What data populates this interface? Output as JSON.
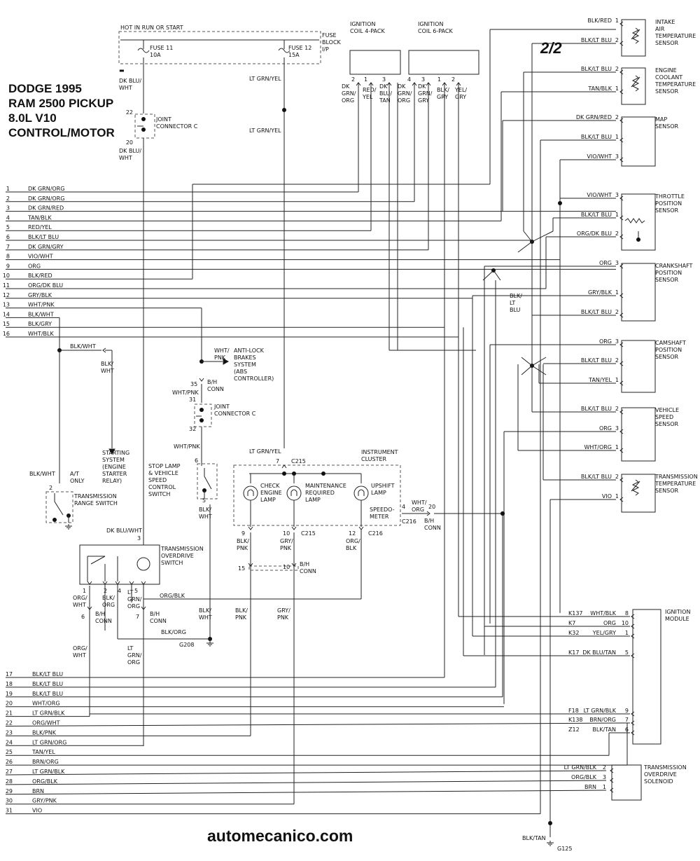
{
  "title": {
    "line1": "DODGE 1995",
    "line2": "RAM 2500 PICKUP",
    "line3": "8.0L V10",
    "line4": "CONTROL/MOTOR"
  },
  "page": "2/2",
  "footer": "automecanico.com",
  "left_wires": [
    {
      "n": "1",
      "c": "DK GRN/ORG"
    },
    {
      "n": "2",
      "c": "DK GRN/ORG"
    },
    {
      "n": "3",
      "c": "DK GRN/RED"
    },
    {
      "n": "4",
      "c": "TAN/BLK"
    },
    {
      "n": "5",
      "c": "RED/YEL"
    },
    {
      "n": "6",
      "c": "BLK/LT BLU"
    },
    {
      "n": "7",
      "c": "DK GRN/GRY"
    },
    {
      "n": "8",
      "c": "VIO/WHT"
    },
    {
      "n": "9",
      "c": "ORG"
    },
    {
      "n": "10",
      "c": "BLK/RED"
    },
    {
      "n": "11",
      "c": "ORG/DK BLU"
    },
    {
      "n": "12",
      "c": "GRY/BLK"
    },
    {
      "n": "13",
      "c": "WHT/PNK"
    },
    {
      "n": "14",
      "c": "BLK/WHT"
    },
    {
      "n": "15",
      "c": "BLK/GRY"
    },
    {
      "n": "16",
      "c": "WHT/BLK"
    }
  ],
  "bottom_wires": [
    {
      "n": "17",
      "c": "BLK/LT BLU"
    },
    {
      "n": "18",
      "c": "BLK/LT BLU"
    },
    {
      "n": "19",
      "c": "BLK/LT BLU"
    },
    {
      "n": "20",
      "c": "WHT/ORG"
    },
    {
      "n": "21",
      "c": "LT GRN/BLK"
    },
    {
      "n": "22",
      "c": "ORG/WHT"
    },
    {
      "n": "23",
      "c": "BLK/PNK"
    },
    {
      "n": "24",
      "c": "LT GRN/ORG"
    },
    {
      "n": "25",
      "c": "TAN/YEL"
    },
    {
      "n": "26",
      "c": "BRN/ORG"
    },
    {
      "n": "27",
      "c": "LT GRN/BLK"
    },
    {
      "n": "28",
      "c": "ORG/BLK"
    },
    {
      "n": "29",
      "c": "BRN"
    },
    {
      "n": "30",
      "c": "GRY/PNK"
    },
    {
      "n": "31",
      "c": "VIO"
    }
  ],
  "fuse_box": {
    "label": "HOT IN RUN OR START",
    "block": [
      "FUSE",
      "BLOCK",
      "I/P"
    ],
    "fuse11": [
      "FUSE 11",
      "10A"
    ],
    "fuse12": [
      "FUSE 12",
      "15A"
    ]
  },
  "wire_labels": {
    "dk_blu_wht": [
      "DK BLU/",
      "WHT"
    ],
    "lt_grn_yel": "LT GRN/YEL",
    "blk_wht": "BLK/WHT",
    "blk_wht_split": [
      "BLK/",
      "WHT"
    ],
    "wht_pnk_split": [
      "WHT/",
      "PNK"
    ],
    "wht_pnk": "WHT/PNK",
    "lt_grn_yel_cl": "LT GRN/YEL",
    "dk_blu_wht_tos": "DK BLU/WHT",
    "blk_lt_blu_vert": [
      "BLK/",
      "LT",
      "BLU"
    ],
    "org_blk": "ORG/BLK",
    "blk_org": "BLK/ORG",
    "org_wht": [
      "ORG/",
      "WHT"
    ],
    "lt_grn_org": [
      "LT",
      "GRN/",
      "ORG"
    ],
    "blk_org_v": [
      "BLK/",
      "ORG"
    ],
    "blk_pnk": [
      "BLK/",
      "PNK"
    ],
    "gry_pnk": [
      "GRY/",
      "PNK"
    ],
    "org_blk_v": [
      "ORG/",
      "BLK"
    ],
    "wht_org": [
      "WHT/",
      "ORG"
    ],
    "blk_tan": "BLK/TAN"
  },
  "joint_connector": {
    "top": {
      "label": [
        "JOINT",
        "CONNECTOR C"
      ],
      "pin_top": "22",
      "pin_bot": "20"
    },
    "mid": {
      "label": [
        "JOINT",
        "CONNECTOR C"
      ],
      "pin_top": "31",
      "pin_bot": "32"
    }
  },
  "coils": {
    "c4": {
      "title": [
        "IGNITION",
        "COIL 4-PACK"
      ],
      "pins": [
        "2",
        "1",
        "3"
      ],
      "wires": [
        [
          "DK",
          "GRN/",
          "ORG"
        ],
        [
          "RED/",
          "YEL"
        ],
        [
          "DK",
          "BLU/",
          "TAN"
        ]
      ]
    },
    "c6": {
      "title": [
        "IGNITION",
        "COIL 6-PACK"
      ],
      "pins": [
        "4",
        "3",
        "1",
        "2"
      ],
      "wires": [
        [
          "DK",
          "GRN/",
          "ORG"
        ],
        [
          "DK",
          "GRN/",
          "GRY"
        ],
        [
          "BLK/",
          "GRY"
        ],
        [
          "YEL/",
          "GRY"
        ]
      ]
    }
  },
  "sensors": [
    {
      "name": [
        "INTAKE",
        "AIR",
        "TEMPERATURE",
        "SENSOR"
      ],
      "pins": [
        {
          "c": "BLK/RED",
          "p": "1"
        },
        {
          "c": "BLK/LT BLU",
          "p": "2"
        }
      ]
    },
    {
      "name": [
        "ENGINE",
        "COOLANT",
        "TEMPERATURE",
        "SENSOR"
      ],
      "pins": [
        {
          "c": "BLK/LT BLU",
          "p": "2"
        },
        {
          "c": "TAN/BLK",
          "p": "1"
        }
      ]
    },
    {
      "name": [
        "MAP",
        "SENSOR"
      ],
      "pins": [
        {
          "c": "DK GRN/RED",
          "p": "2"
        },
        {
          "c": "BLK/LT BLU",
          "p": "1"
        },
        {
          "c": "VIO/WHT",
          "p": "3"
        }
      ]
    },
    {
      "name": [
        "THROTTLE",
        "POSITION",
        "SENSOR"
      ],
      "pins": [
        {
          "c": "VIO/WHT",
          "p": "3"
        },
        {
          "c": "BLK/LT BLU",
          "p": "1"
        },
        {
          "c": "ORG/DK BLU",
          "p": "2"
        }
      ]
    },
    {
      "name": [
        "CRANKSHAFT",
        "POSITION",
        "SENSOR"
      ],
      "pins": [
        {
          "c": "ORG",
          "p": "3"
        },
        {
          "c": "GRY/BLK",
          "p": "1"
        },
        {
          "c": "BLK/LT BLU",
          "p": "2"
        }
      ]
    },
    {
      "name": [
        "CAMSHAFT",
        "POSITION",
        "SENSOR"
      ],
      "pins": [
        {
          "c": "ORG",
          "p": "3"
        },
        {
          "c": "BLK/LT BLU",
          "p": "2"
        },
        {
          "c": "TAN/YEL",
          "p": "1"
        }
      ]
    },
    {
      "name": [
        "VEHICLE",
        "SPEED",
        "SENSOR"
      ],
      "pins": [
        {
          "c": "BLK/LT BLU",
          "p": "2"
        },
        {
          "c": "ORG",
          "p": "3"
        },
        {
          "c": "WHT/ORG",
          "p": "1"
        }
      ]
    },
    {
      "name": [
        "TRANSMISSION",
        "TEMPERATURE",
        "SENSOR"
      ],
      "pins": [
        {
          "c": "BLK/LT BLU",
          "p": "2"
        },
        {
          "c": "VIO",
          "p": "1"
        }
      ]
    }
  ],
  "ignition_module": {
    "name": [
      "IGNITION",
      "MODULE"
    ],
    "pins": [
      {
        "k": "K137",
        "c": "WHT/BLK",
        "p": "8"
      },
      {
        "k": "K7",
        "c": "ORG",
        "p": "10"
      },
      {
        "k": "K32",
        "c": "YEL/GRY",
        "p": "1"
      },
      {
        "k": "K17",
        "c": "DK BLU/TAN",
        "p": "5"
      },
      {
        "k": "F18",
        "c": "LT GRN/BLK",
        "p": "9"
      },
      {
        "k": "K138",
        "c": "BRN/ORG",
        "p": "7"
      },
      {
        "k": "Z12",
        "c": "BLK/TAN",
        "p": "6"
      }
    ]
  },
  "solenoid": {
    "name": [
      "TRANSMISSION",
      "OVERDRIVE",
      "SOLENOID"
    ],
    "pins": [
      {
        "c": "LT GRN/BLK",
        "p": "2"
      },
      {
        "c": "ORG/BLK",
        "p": "3"
      },
      {
        "c": "BRN",
        "p": "1"
      }
    ]
  },
  "abs": {
    "label": [
      "ANTI-LOCK",
      "BRAKES",
      "SYSTEM",
      "(ABS",
      "CONTROLLER)"
    ],
    "wire": [
      "WHT/",
      "PNK"
    ]
  },
  "bh": {
    "c35": [
      "35",
      "B/H",
      "CONN"
    ],
    "c20": [
      "20",
      "B/H",
      "CONN"
    ],
    "c10": [
      "10",
      "B/H",
      "CONN"
    ],
    "c15": "15",
    "c6": [
      "6",
      "B/H",
      "CONN"
    ],
    "c7": [
      "7",
      "B/H",
      "CONN"
    ]
  },
  "starting": {
    "label": [
      "STARTING",
      "SYSTEM",
      "(ENGINE",
      "STARTER",
      "RELAY)"
    ]
  },
  "trs": {
    "label": [
      "TRANSMISSION",
      "RANGE SWITCH"
    ],
    "at": [
      "A/T",
      "ONLY"
    ],
    "pin": "2",
    "wire": "BLK/WHT"
  },
  "stop_lamp": {
    "label": [
      "STOP LAMP",
      "& VEHICLE",
      "SPEED",
      "CONTROL",
      "SWITCH"
    ],
    "pin_top": "6",
    "pin_bot": "5"
  },
  "tos": {
    "label": [
      "TRANSMISSION",
      "OVERDRIVE",
      "SWITCH"
    ],
    "pins": [
      "3",
      "1",
      "2",
      "4",
      "5"
    ]
  },
  "cluster": {
    "title": [
      "INSTRUMENT",
      "CLUSTER"
    ],
    "c215": "C215",
    "c216": "C216",
    "lamps": [
      [
        "CHECK",
        "ENGINE",
        "LAMP"
      ],
      [
        "MAINTENANCE",
        "REQUIRED",
        "LAMP"
      ],
      [
        "UPSHIFT",
        "LAMP"
      ]
    ],
    "speedo": [
      "SPEEDO-",
      "METER"
    ],
    "pins": {
      "p7": "7",
      "p9": "9",
      "p10": "10",
      "p12": "12",
      "p4": "4"
    }
  },
  "grounds": {
    "g208": "G208",
    "g125": "G125"
  }
}
